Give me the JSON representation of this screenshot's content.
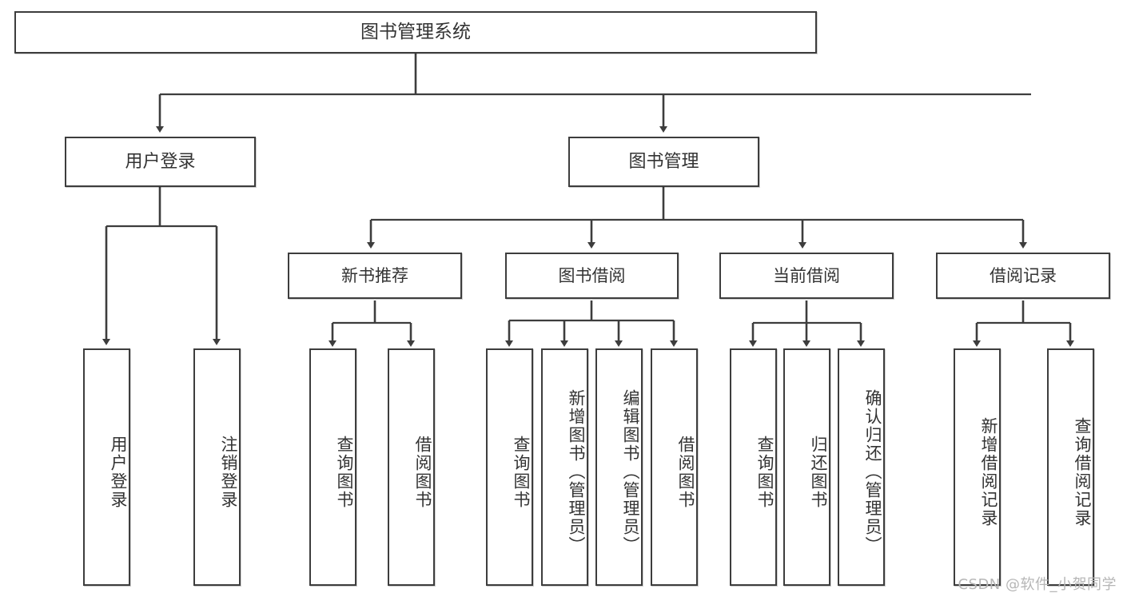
{
  "diagram": {
    "title": "图书管理系统",
    "type": "tree",
    "watermark": "CSDN @软件_小贺同学",
    "colors": {
      "box_border": "#3d3d3d",
      "box_fill": "#ffffff",
      "connector": "#3d3d3d",
      "text": "#333333",
      "watermark": "#b6b6b6"
    },
    "nodes": {
      "root": "图书管理系统",
      "level2": [
        {
          "label": "用户登录"
        },
        {
          "label": "图书管理"
        }
      ],
      "level3": [
        {
          "label": "新书推荐"
        },
        {
          "label": "图书借阅"
        },
        {
          "label": "当前借阅"
        },
        {
          "label": "借阅记录"
        }
      ],
      "leaves": {
        "user_login": [
          {
            "label": "用户登录"
          },
          {
            "label": "注销登录"
          }
        ],
        "new_book_recommend": [
          {
            "label": "查询图书"
          },
          {
            "label": "借阅图书"
          }
        ],
        "book_borrow": [
          {
            "label": "查询图书"
          },
          {
            "label": "新增图书（管理员）"
          },
          {
            "label": "编辑图书（管理员）"
          },
          {
            "label": "借阅图书"
          }
        ],
        "current_borrow": [
          {
            "label": "查询图书"
          },
          {
            "label": "归还图书"
          },
          {
            "label": "确认归还（管理员）"
          }
        ],
        "borrow_record": [
          {
            "label": "新增借阅记录"
          },
          {
            "label": "查询借阅记录"
          }
        ]
      }
    }
  }
}
